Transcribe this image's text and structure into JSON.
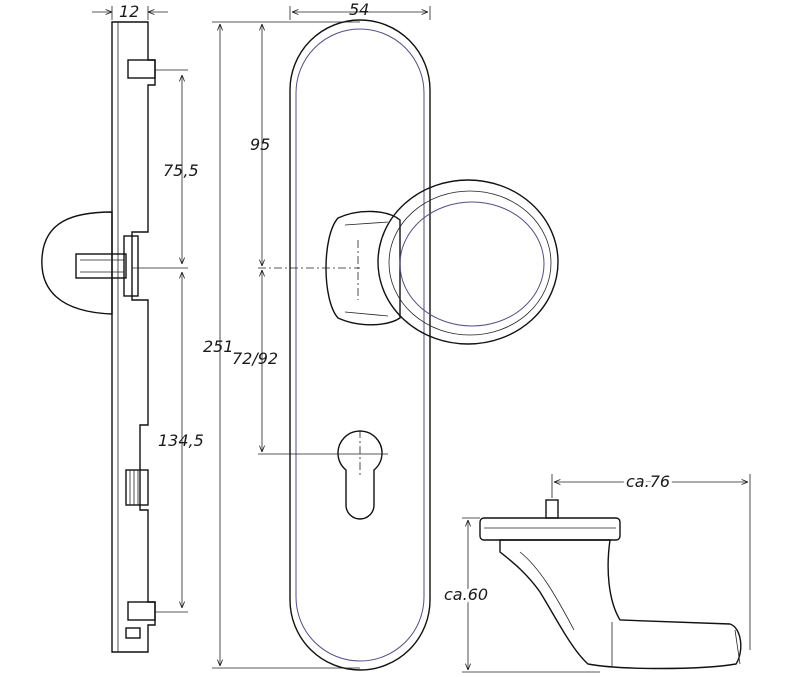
{
  "dimensions": {
    "thickness": "12",
    "width": "54",
    "upper_to_handle": "75,5",
    "handle_to_lower": "134,5",
    "total_height": "251",
    "top_to_handle_axis": "95",
    "axis_distance": "72/92",
    "handle_projection": "ca.76",
    "handle_height": "ca.60"
  },
  "colors": {
    "line": "#111111",
    "inner_edge": "#5a4a8a",
    "background": "#ffffff"
  }
}
